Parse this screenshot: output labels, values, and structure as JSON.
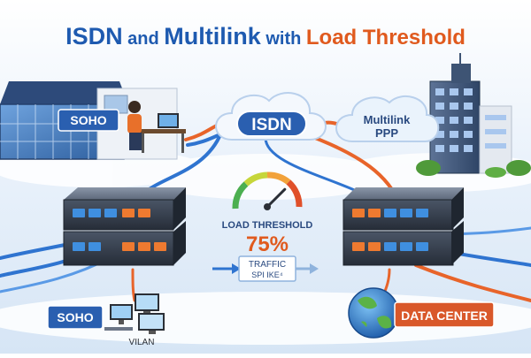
{
  "title": {
    "part1": "ISDN",
    "part2": " and ",
    "part3": "Multilink",
    "part4": " with ",
    "part5": "Load Threshold"
  },
  "labels": {
    "soho_building": "SOHO",
    "isdn_cloud": "ISDN",
    "multilink_line1": "Multilink",
    "multilink_line2": "PPP",
    "load_threshold": "LOAD THRESHOLD",
    "load_value": "75%",
    "traffic_line1": "TRAFFIC",
    "traffic_line2": "SPI IKE⁴",
    "soho_bottom": "SOHO",
    "vilan": "VILAN",
    "data_center": "DATA CENTER"
  },
  "gauge": {
    "level_percent": 75
  },
  "colors": {
    "title_blue": "#1e5ab0",
    "title_orange": "#e05a1e",
    "link_blue": "#2f74d0",
    "link_orange": "#e8642a",
    "label_blue": "#2a5fb0",
    "label_orange": "#d9582a"
  },
  "icons": [
    "office-building-icon",
    "person-at-desk-icon",
    "cloud-icon",
    "skyscraper-icon",
    "network-switch-icon",
    "gauge-icon",
    "arrow-right-icon",
    "computer-monitors-icon",
    "globe-icon"
  ]
}
